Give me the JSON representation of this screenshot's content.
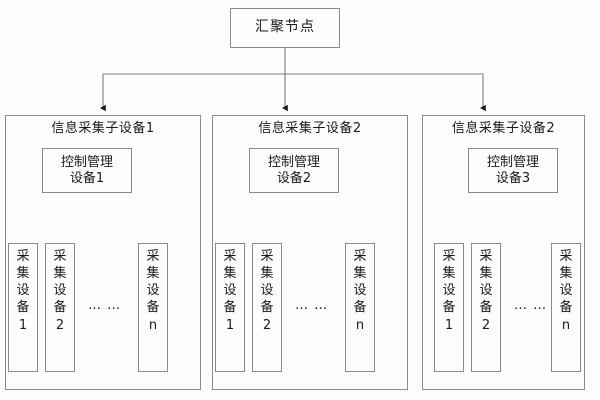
{
  "diagram": {
    "title_node": {
      "label": "汇聚节点"
    },
    "groups": [
      {
        "title": "信息采集子设备1",
        "control": {
          "line1": "控制管理",
          "line2": "设备1"
        },
        "ellipsis": "… …",
        "leaves": [
          {
            "chars": [
              "采",
              "集",
              "设",
              "备",
              "1"
            ]
          },
          {
            "chars": [
              "采",
              "集",
              "设",
              "备",
              "2"
            ]
          },
          {
            "chars": [
              "采",
              "集",
              "设",
              "备",
              "n"
            ]
          }
        ]
      },
      {
        "title": "信息采集子设备2",
        "control": {
          "line1": "控制管理",
          "line2": "设备2"
        },
        "ellipsis": "… …",
        "leaves": [
          {
            "chars": [
              "采",
              "集",
              "设",
              "备",
              "1"
            ]
          },
          {
            "chars": [
              "采",
              "集",
              "设",
              "备",
              "2"
            ]
          },
          {
            "chars": [
              "采",
              "集",
              "设",
              "备",
              "n"
            ]
          }
        ]
      },
      {
        "title": "信息采集子设备2",
        "control": {
          "line1": "控制管理",
          "line2": "设备3"
        },
        "ellipsis": "… …",
        "leaves": [
          {
            "chars": [
              "采",
              "集",
              "设",
              "备",
              "1"
            ]
          },
          {
            "chars": [
              "采",
              "集",
              "设",
              "备",
              "2"
            ]
          },
          {
            "chars": [
              "采",
              "集",
              "设",
              "备",
              "n"
            ]
          }
        ]
      }
    ],
    "colors": {
      "background": "#fdfdfd",
      "border": "#8a8a8a",
      "connector": "#7d7d7d",
      "text": "#1a1a1a"
    }
  }
}
